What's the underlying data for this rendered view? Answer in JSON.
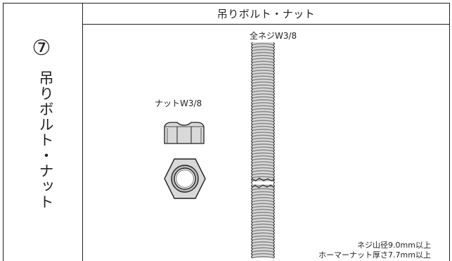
{
  "header": {
    "title": "吊りボルト・ナット"
  },
  "item": {
    "number": "⑦",
    "name": "吊りボルト・ナット"
  },
  "nut": {
    "label": "ナットW3/8",
    "icon": "hex-nut-icon"
  },
  "bolt": {
    "label": "全ネジW3/8",
    "icon": "threaded-rod-icon"
  },
  "specs": {
    "line1": "ネジ山径9.0mm以上",
    "line2": "ホーマーナット厚さ7.7mm以上"
  },
  "colors": {
    "ink": "#231f20",
    "metal_fill": "#d9d9d9",
    "metal_dark": "#8a8a8a"
  }
}
